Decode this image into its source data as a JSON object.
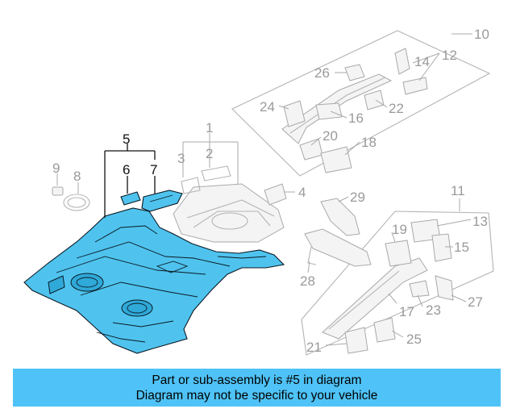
{
  "diagram": {
    "callouts": {
      "n1": "1",
      "n2": "2",
      "n3": "3",
      "n4": "4",
      "n5": "5",
      "n6": "6",
      "n7": "7",
      "n8": "8",
      "n9": "9",
      "n10": "10",
      "n11": "11",
      "n12": "12",
      "n13": "13",
      "n14": "14",
      "n15": "15",
      "n16": "16",
      "n17": "17",
      "n18": "18",
      "n19": "19",
      "n20": "20",
      "n21": "21",
      "n22": "22",
      "n23": "23",
      "n24": "24",
      "n25": "25",
      "n26": "26",
      "n27": "27",
      "n28": "28",
      "n29": "29"
    },
    "highlight_color": "#4fc3ee"
  },
  "banner": {
    "line1": "Part or sub-assembly is #5 in diagram",
    "line2": "Diagram may not be specific to your vehicle",
    "color": "#4fc3f7"
  }
}
